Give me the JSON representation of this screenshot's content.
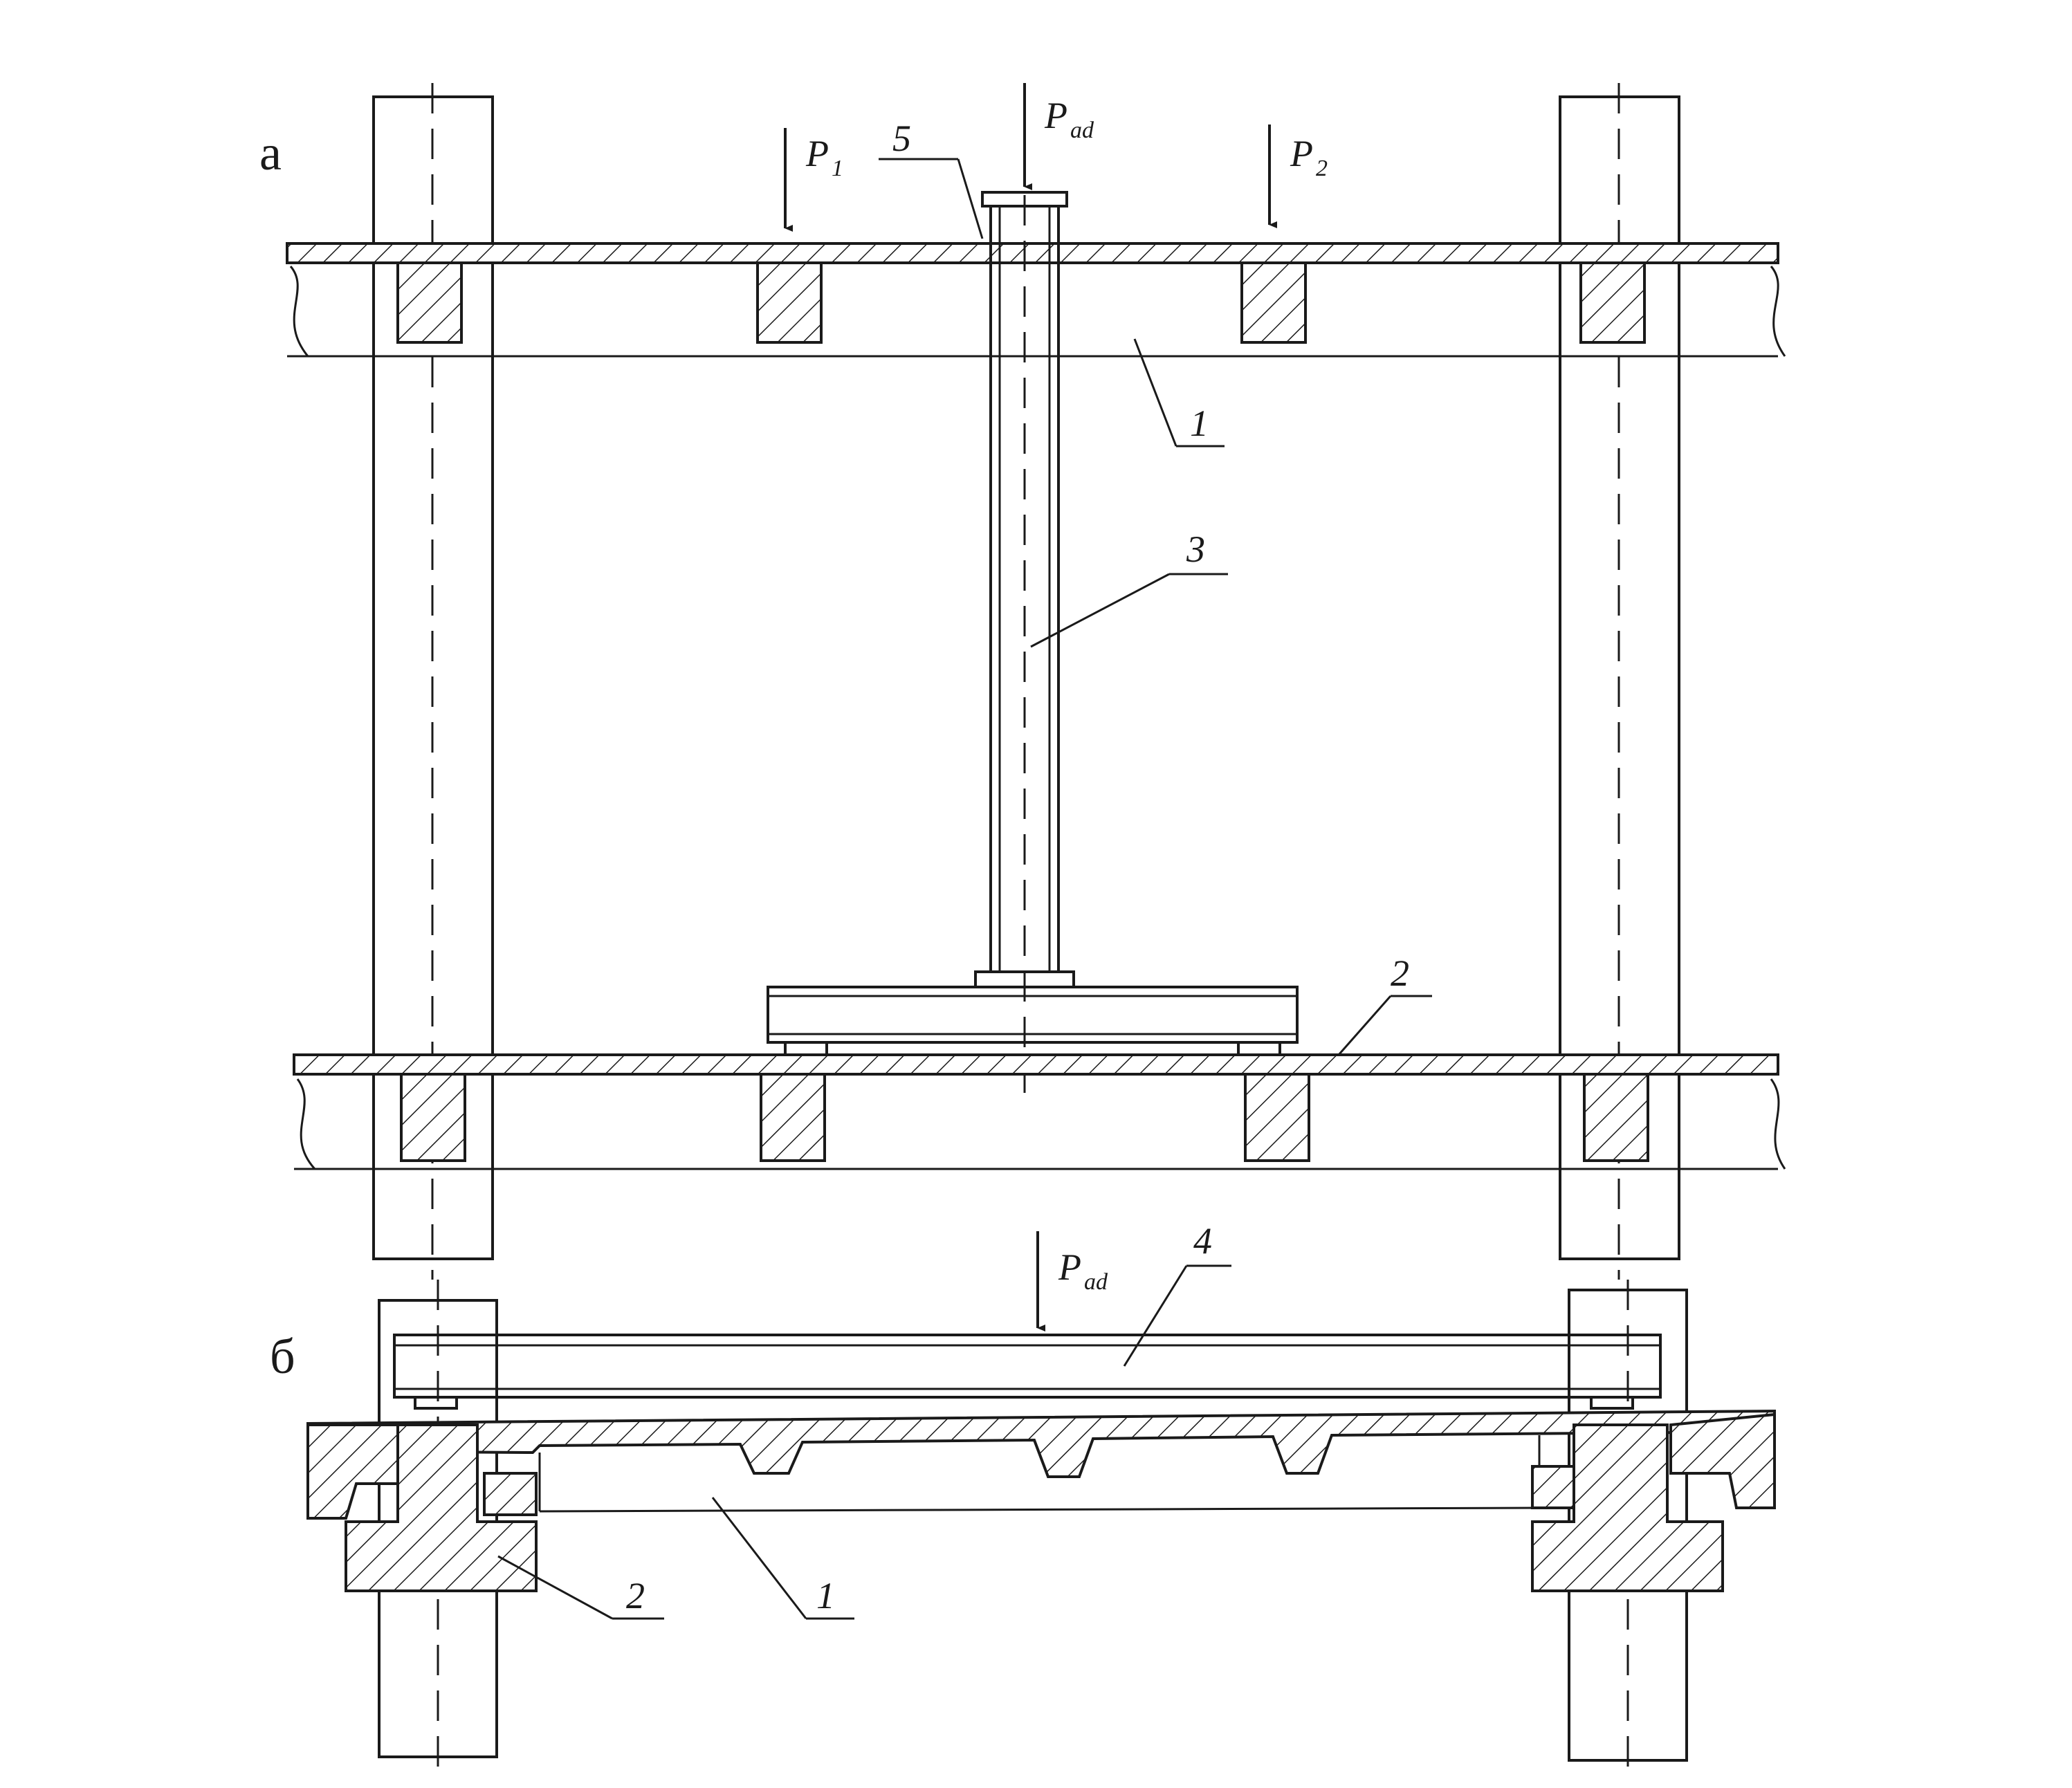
{
  "panels": {
    "a": "а",
    "b": "б"
  },
  "loads": {
    "p1": {
      "base": "P",
      "sub": "1"
    },
    "p2": {
      "base": "P",
      "sub": "2"
    },
    "pad_top": {
      "base": "P",
      "sub": "ad"
    },
    "pad_bottom": {
      "base": "P",
      "sub": "ad"
    }
  },
  "callouts": {
    "c1_top": "1",
    "c2_top": "2",
    "c3": "3",
    "c4": "4",
    "c5": "5",
    "c1_bottom": "1",
    "c2_bottom": "2"
  }
}
